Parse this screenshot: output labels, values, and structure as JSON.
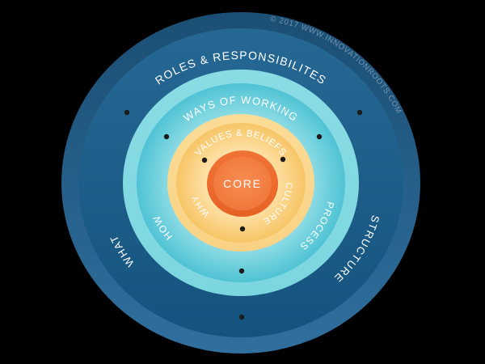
{
  "diagram": {
    "copyright": "© 2017 WWW.INNOVATIONROOTS.COM",
    "core_label": "CORE",
    "rings": [
      {
        "id": "inner",
        "top_label": "VALUES & BELIEFS",
        "left_label": "WHY",
        "right_label": "CULTURE"
      },
      {
        "id": "middle",
        "top_label": "WAYS OF WORKING",
        "left_label": "HOW",
        "right_label": "PROCESS"
      },
      {
        "id": "outer",
        "top_label": "ROLES & RESPONSIBILITES",
        "left_label": "WHAT",
        "right_label": "STRUCTURE"
      }
    ]
  },
  "colors": {
    "background": "#000000",
    "label_text": "#ffffff",
    "copyright_text": "#7e9cb6",
    "dot": "#1b1b1b",
    "blue_outer_top": "#1b4e73",
    "blue_outer_bottom": "#306f9e",
    "blue_inner_top": "#266894",
    "blue_inner_bottom": "#14537e",
    "cyan_outer_top": "#8adce4",
    "cyan_outer_bottom": "#7cd6df",
    "cyan_inner_center": "#a8e6ec",
    "cyan_inner_edge": "#4fc3d4",
    "yellow_outer_top": "#fcdc96",
    "yellow_outer_bottom": "#f9d285",
    "yellow_inner_center": "#fee3ab",
    "yellow_inner_edge": "#f7c566",
    "core_ring_top": "#f07436",
    "core_ring_bottom": "#e66224",
    "core_center": "#f78d52",
    "core_edge": "#f0763a"
  }
}
